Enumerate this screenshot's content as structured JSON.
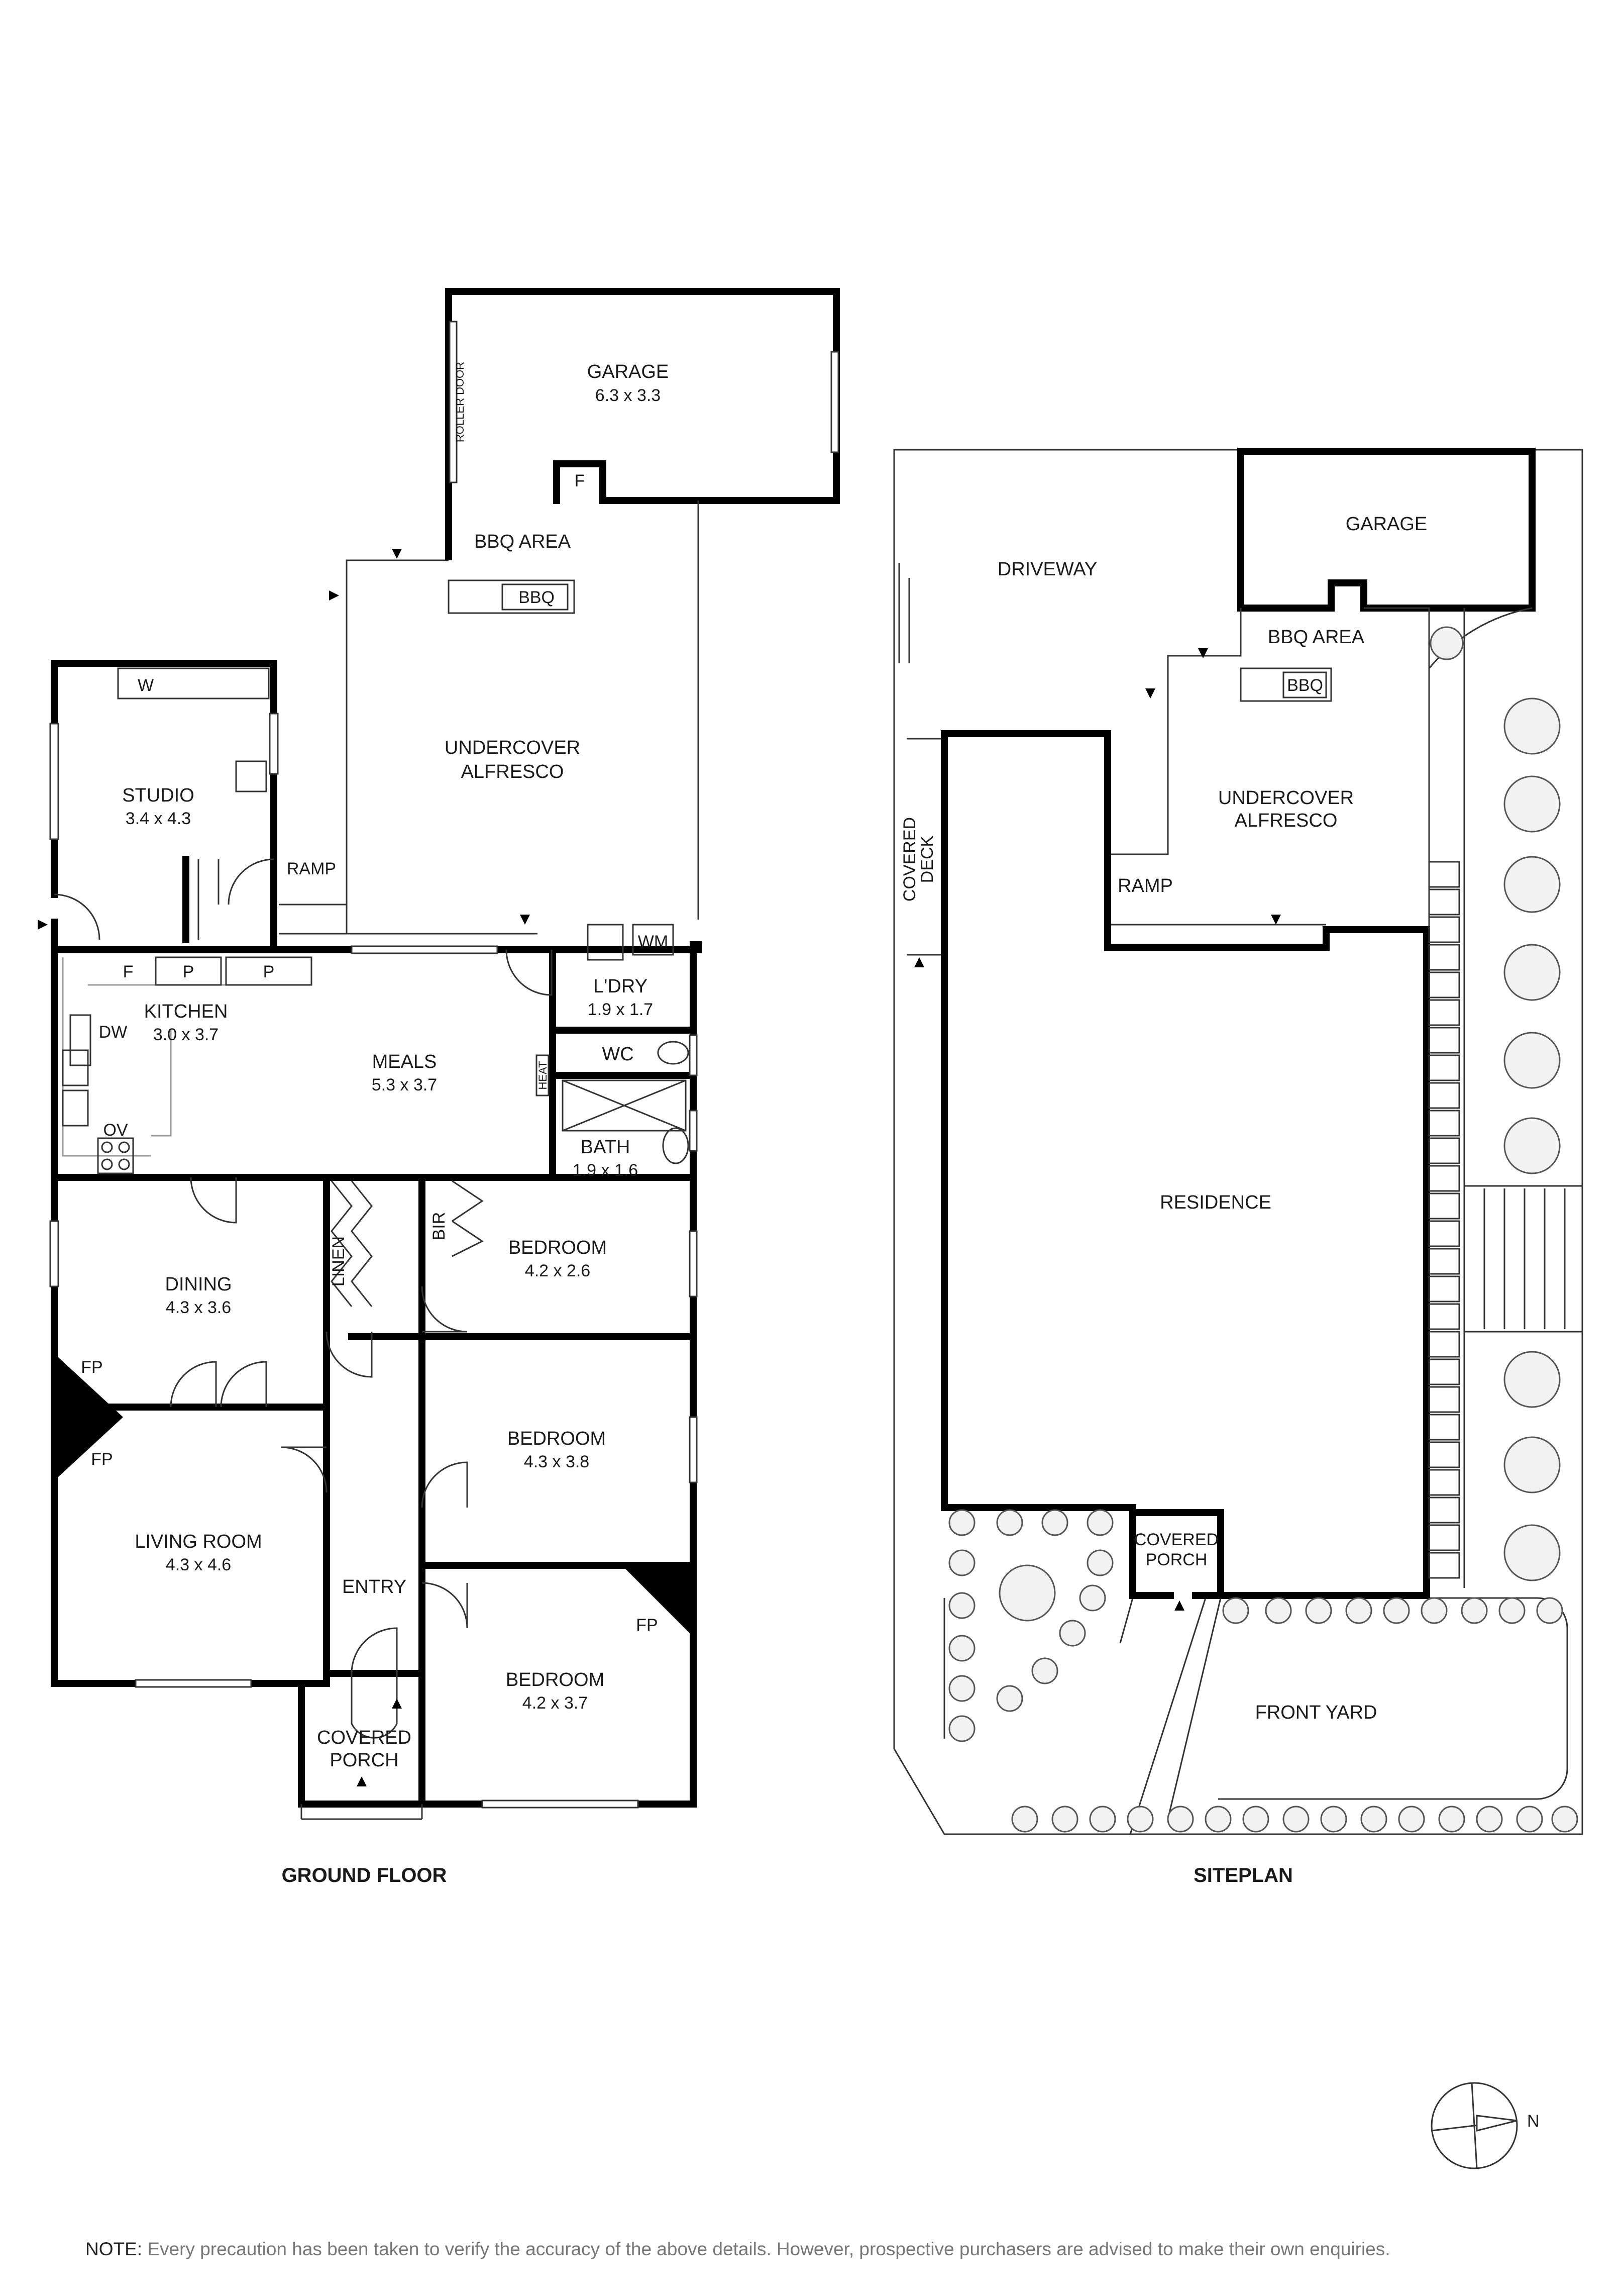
{
  "ground_floor": {
    "title": "GROUND FLOOR",
    "rooms": {
      "garage": {
        "name": "GARAGE",
        "dims": "6.3 x 3.3"
      },
      "garage_fridge": "F",
      "roller_door": "ROLLER DOOR",
      "bbq_area": "BBQ AREA",
      "bbq": "BBQ",
      "alfresco_line1": "UNDERCOVER",
      "alfresco_line2": "ALFRESCO",
      "studio": {
        "name": "STUDIO",
        "dims": "3.4 x 4.3"
      },
      "studio_w": "W",
      "ramp": "RAMP",
      "kitchen": {
        "name": "KITCHEN",
        "dims": "3.0 x 3.7"
      },
      "kitchen_f": "F",
      "pantry_1": "P",
      "pantry_2": "P",
      "dw": "DW",
      "ov": "OV",
      "meals": {
        "name": "MEALS",
        "dims": "5.3 x 3.7"
      },
      "heat": "HEAT",
      "laundry": {
        "name": "L'DRY",
        "dims": "1.9 x 1.7"
      },
      "wm": "WM",
      "wc": "WC",
      "bath": {
        "name": "BATH",
        "dims": "1.9 x 1.6"
      },
      "dining": {
        "name": "DINING",
        "dims": "4.3 x 3.6"
      },
      "linen": "LINEN",
      "bir": "BIR",
      "bedroom_1": {
        "name": "BEDROOM",
        "dims": "4.2 x 2.6"
      },
      "fp_1": "FP",
      "fp_2": "FP",
      "fp_3": "FP",
      "living": {
        "name": "LIVING ROOM",
        "dims": "4.3 x 4.6"
      },
      "bedroom_2": {
        "name": "BEDROOM",
        "dims": "4.3 x 3.8"
      },
      "entry": "ENTRY",
      "porch_line1": "COVERED",
      "porch_line2": "PORCH",
      "bedroom_3": {
        "name": "BEDROOM",
        "dims": "4.2 x 3.7"
      }
    }
  },
  "siteplan": {
    "title": "SITEPLAN",
    "labels": {
      "driveway": "DRIVEWAY",
      "garage": "GARAGE",
      "bbq_area": "BBQ AREA",
      "bbq": "BBQ",
      "alfresco_line1": "UNDERCOVER",
      "alfresco_line2": "ALFRESCO",
      "covered_deck_line1": "COVERED",
      "covered_deck_line2": "DECK",
      "ramp": "RAMP",
      "residence": "RESIDENCE",
      "porch_line1": "COVERED",
      "porch_line2": "PORCH",
      "front_yard": "FRONT YARD"
    }
  },
  "compass": {
    "north": "N"
  },
  "note": {
    "prefix": "NOTE:",
    "text": " Every precaution has been taken to verify the accuracy of the above details. However, prospective purchasers are advised to make their own enquiries."
  }
}
